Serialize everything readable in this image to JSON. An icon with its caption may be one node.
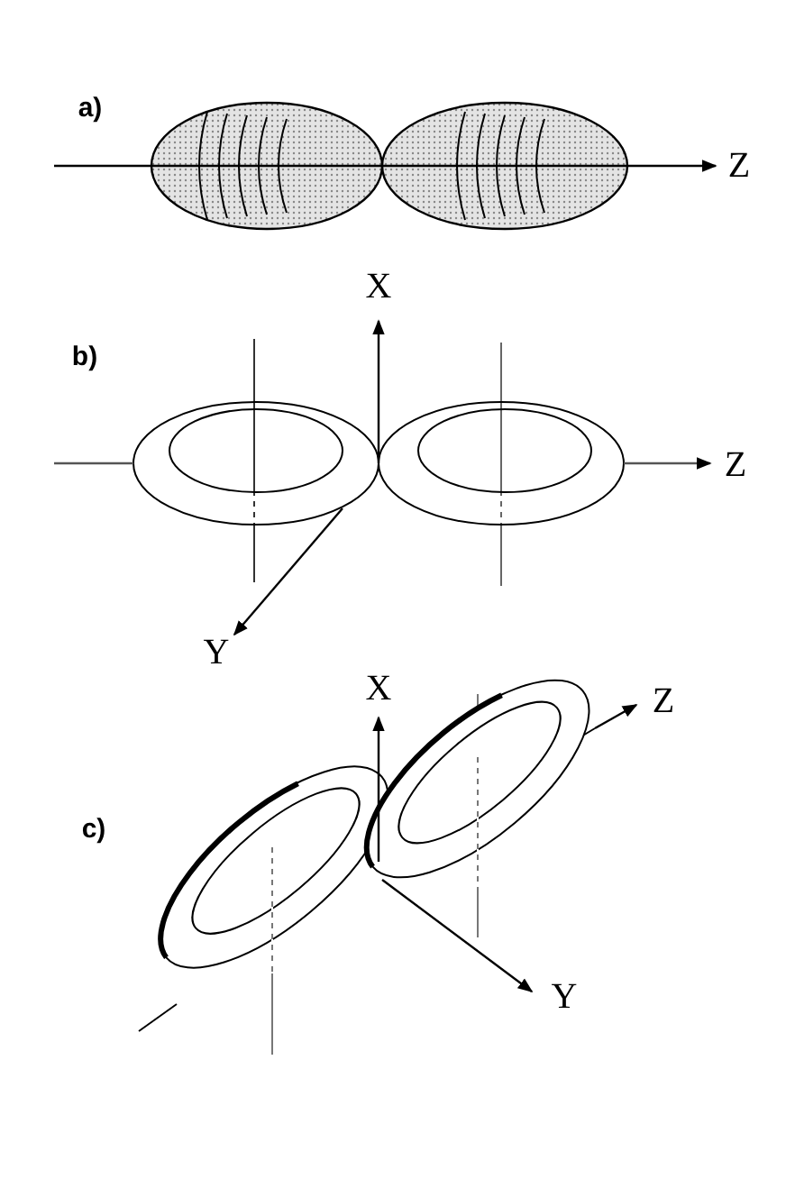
{
  "diagram": {
    "labels": [
      "a)",
      "Z",
      "X",
      "b)",
      "Z",
      "Y",
      "X",
      "Z",
      "c)",
      "Y"
    ]
  }
}
